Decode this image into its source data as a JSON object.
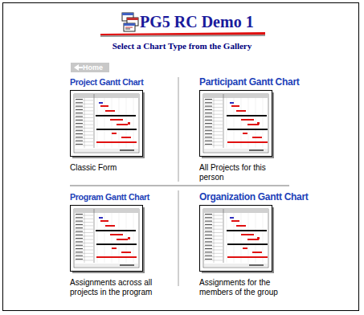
{
  "diagram": {
    "title": "PG5 RC Demo 1",
    "nodes": [
      {
        "text": [
          "Project Gantt Chart",
          "Classic Form"
        ]
      },
      {
        "text": [
          "Participant Gantt Chart",
          "All Projects for this person"
        ]
      },
      {
        "text": [
          "Program Gantt Chart",
          "Assignments across all projects in the program"
        ]
      },
      {
        "text": [
          "Organization Gantt Chart",
          "Assignments for the members of the group"
        ]
      }
    ],
    "labels": [
      "Select a Chart Type from the Gallery",
      "Home"
    ]
  }
}
